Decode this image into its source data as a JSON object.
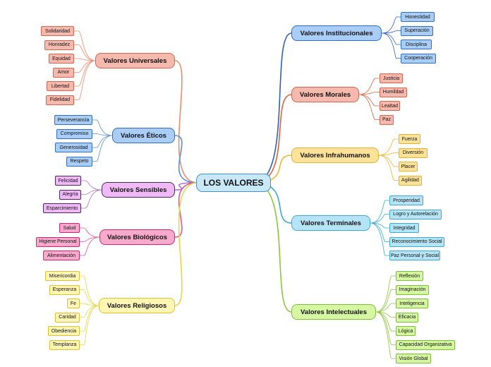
{
  "root": {
    "label": "LOS VALORES"
  },
  "branches": [
    {
      "id": "institucionales",
      "label": "Valores Institucionales",
      "side": "right",
      "colors": {
        "fill": "#a9cdf6",
        "border": "#2d6fc0",
        "line": "#2f5fbd"
      },
      "items": [
        "Honestidad",
        "Superación",
        "Disciplina",
        "Cooperación"
      ]
    },
    {
      "id": "morales",
      "label": "Valores Morales",
      "side": "right",
      "colors": {
        "fill": "#f6b9ae",
        "border": "#d0664f",
        "line": "#e0603d"
      },
      "items": [
        "Justicia",
        "Humildad",
        "Lealtad",
        "Paz"
      ]
    },
    {
      "id": "infrahumanos",
      "label": "Valores Infrahumanos",
      "side": "right",
      "colors": {
        "fill": "#fde39a",
        "border": "#e2b331",
        "line": "#f2b52a"
      },
      "items": [
        "Fuerza",
        "Diversión",
        "Placer",
        "Agilidad"
      ]
    },
    {
      "id": "terminales",
      "label": "Valores Terminales",
      "side": "right",
      "colors": {
        "fill": "#b6e4f7",
        "border": "#3caad6",
        "line": "#37a9d9"
      },
      "items": [
        "Prosperidad",
        "Logro y Autorelación",
        "Integridad",
        "Reconocimiento Social",
        "Paz Personal y Social"
      ]
    },
    {
      "id": "intelectuales",
      "label": "Valores Intelectuales",
      "side": "right",
      "colors": {
        "fill": "#d6f7a1",
        "border": "#7cbf36",
        "line": "#8cc63a"
      },
      "items": [
        "Reflexión",
        "Imaginación",
        "Inteligencia",
        "Eficacia",
        "Lógica",
        "Capacidad Organizativa",
        "Visión Global"
      ]
    },
    {
      "id": "universales",
      "label": "Valores Universales",
      "side": "left",
      "colors": {
        "fill": "#f6b9ae",
        "border": "#d0664f",
        "line": "#f08b6a"
      },
      "items": [
        "Solidaridad",
        "Honradez",
        "Equidad",
        "Amor",
        "Libertad",
        "Fidelidad"
      ]
    },
    {
      "id": "eticos",
      "label": "Valores Éticos",
      "side": "left",
      "colors": {
        "fill": "#a9cdf6",
        "border": "#2d6fc0",
        "line": "#5b8fd6"
      },
      "items": [
        "Perseverancia",
        "Compromiso",
        "Generosidad",
        "Respeto"
      ]
    },
    {
      "id": "sensibles",
      "label": "Valores Sensibles",
      "side": "left",
      "colors": {
        "fill": "#eeb9f5",
        "border": "#4a2a5c",
        "line": "#b072c4"
      },
      "items": [
        "Felicidad",
        "Alegría",
        "Esparcimiento"
      ]
    },
    {
      "id": "biologicos",
      "label": "Valores Biológicos",
      "side": "left",
      "colors": {
        "fill": "#f9a9cc",
        "border": "#d4246e",
        "line": "#ea4f90"
      },
      "items": [
        "Salud",
        "Higiene Personal",
        "Alimentación"
      ]
    },
    {
      "id": "religiosos",
      "label": "Valores Religiosos",
      "side": "left",
      "colors": {
        "fill": "#fff6b6",
        "border": "#d7c233",
        "line": "#e9d543"
      },
      "items": [
        "Misericordia",
        "Esperanza",
        "Fe",
        "Caridad",
        "Obediencia",
        "Templanza"
      ]
    }
  ]
}
